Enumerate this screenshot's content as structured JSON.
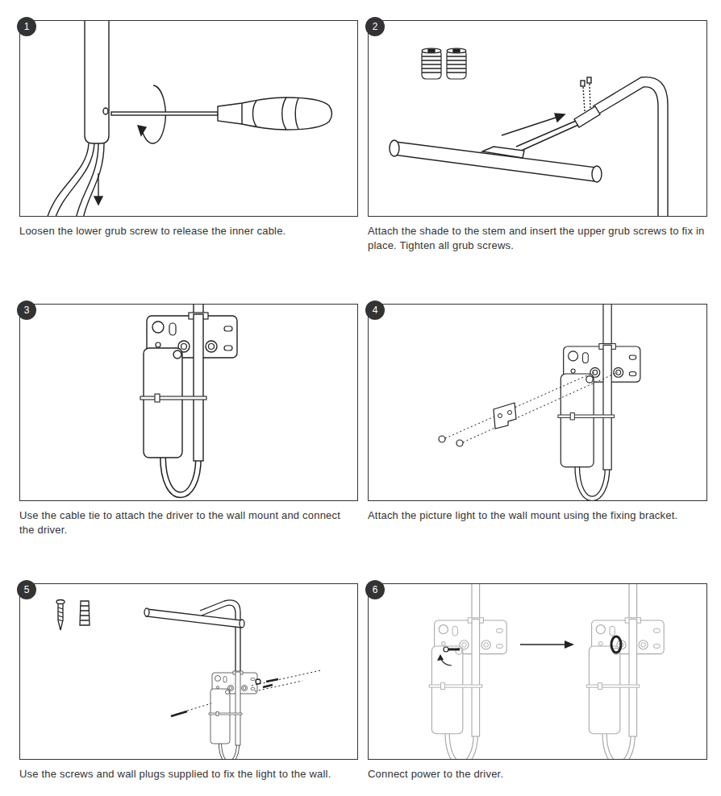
{
  "diagram": {
    "nodes": [
      {
        "text": [
          "Loosen the lower grub screw to release the inner cable."
        ]
      },
      {
        "text": [
          "1"
        ],
        "in": 0
      },
      {
        "text": [
          "Attach the shade to the stem and insert the upper grub screws to fix in place. Tighten all grub screws."
        ]
      },
      {
        "text": [
          "2"
        ],
        "in": 2
      },
      {
        "text": [
          "Use the cable tie to attach the driver to the wall mount and connect the driver."
        ]
      },
      {
        "text": [
          "3"
        ],
        "in": 4
      },
      {
        "text": [
          "Attach the picture light to the wall mount using the fixing bracket."
        ]
      },
      {
        "text": [
          "4"
        ],
        "in": 6
      },
      {
        "text": [
          "Use the screws and wall plugs supplied to fix the light to the wall."
        ]
      },
      {
        "text": [
          "5"
        ],
        "in": 8
      },
      {
        "text": [
          "Connect power to the driver."
        ]
      },
      {
        "text": [
          "6"
        ],
        "in": 10
      }
    ]
  }
}
